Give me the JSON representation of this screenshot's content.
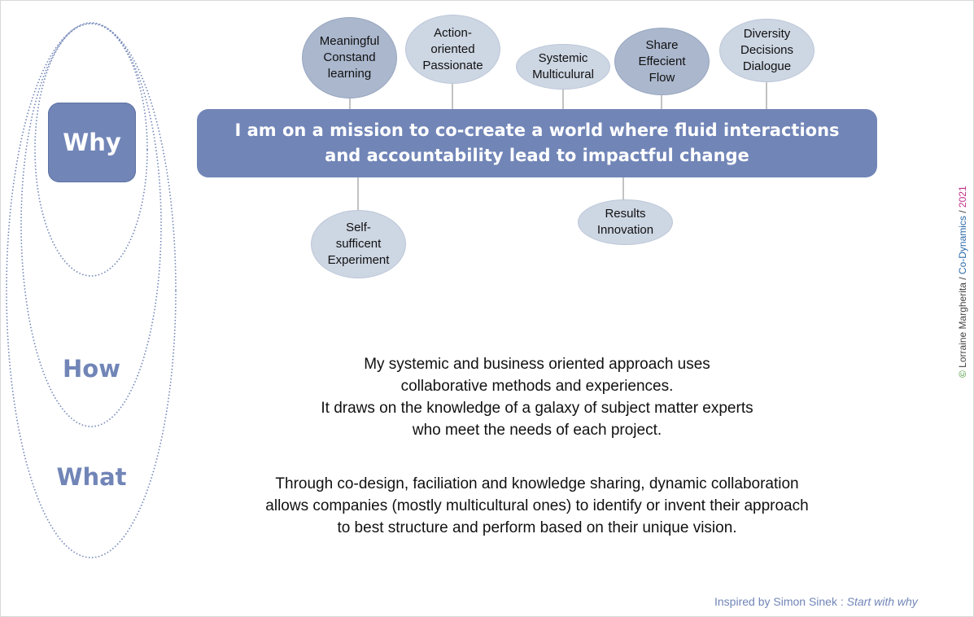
{
  "levels": {
    "why": "Why",
    "how": "How",
    "what": "What"
  },
  "mission": {
    "line1": "I am on a mission to co-create a world where fluid interactions",
    "line2": "and accountability lead to impactful change"
  },
  "values": [
    {
      "lines": [
        "Meaningful",
        "Constand",
        "learning"
      ],
      "tone": "dark"
    },
    {
      "lines": [
        "Action-",
        "oriented",
        "Passionate"
      ],
      "tone": "light"
    },
    {
      "lines": [
        "Systemic",
        "Multiculural"
      ],
      "tone": "light"
    },
    {
      "lines": [
        "Share",
        "Effecient",
        "Flow"
      ],
      "tone": "dark"
    },
    {
      "lines": [
        "Diversity",
        "Decisions",
        "Dialogue"
      ],
      "tone": "light"
    },
    {
      "lines": [
        "Self-",
        "sufficent",
        "Experiment"
      ],
      "tone": "light"
    },
    {
      "lines": [
        "Results",
        "Innovation"
      ],
      "tone": "light"
    }
  ],
  "how_text": [
    "My systemic and business oriented approach uses",
    "collaborative methods and experiences.",
    "It draws on the knowledge of a galaxy of subject matter experts",
    "who meet the needs of each project."
  ],
  "what_text": [
    "Through co-design, faciliation and knowledge sharing, dynamic collaboration",
    "allows companies (mostly multicultural ones) to identify or invent their approach",
    "to best structure and perform based on their unique vision."
  ],
  "credit": {
    "prefix": "Inspired by Simon Sinek : ",
    "book": "Start with why"
  },
  "copyright": {
    "symbol": "©",
    "author": " Lorraine Margherita / ",
    "company": "Co-Dynamics",
    "sep": " / ",
    "year": "2021"
  },
  "colors": {
    "primary": "#7185b7",
    "bubble_dark": "#aab7cd",
    "bubble_light": "#cdd6e3"
  }
}
